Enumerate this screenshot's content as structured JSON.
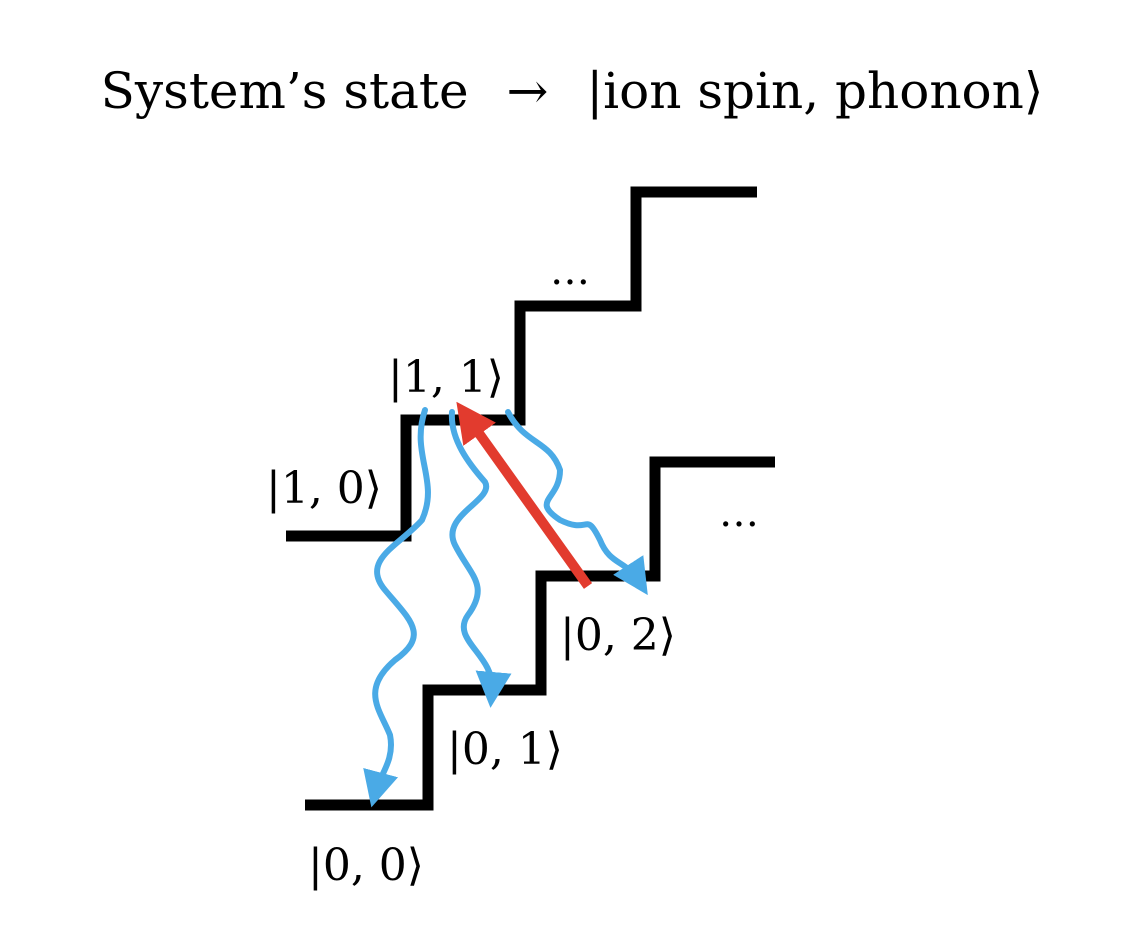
{
  "title": {
    "left": "System’s state",
    "arrow": "→",
    "right": "|ion spin, phonon⟩"
  },
  "states": {
    "s00": "|0, 0⟩",
    "s01": "|0, 1⟩",
    "s02": "|0, 2⟩",
    "s10": "|1, 0⟩",
    "s11": "|1, 1⟩"
  },
  "ellipsis_upper": "…",
  "ellipsis_lower": "…",
  "colors": {
    "ladder": "#000000",
    "decay": "#4aaae6",
    "excitation": "#e23b2e"
  }
}
